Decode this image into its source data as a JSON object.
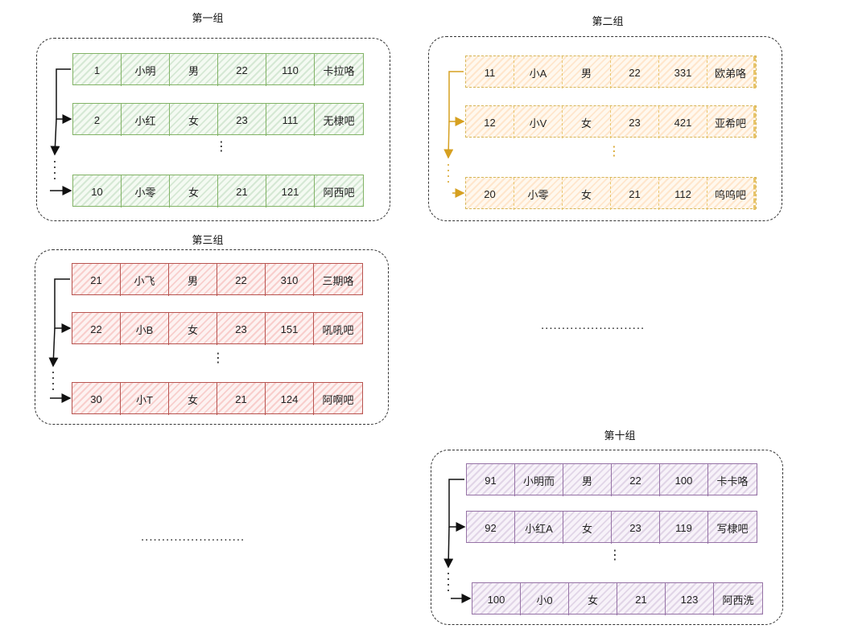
{
  "groups": [
    {
      "title": "第一组",
      "color": "#82b366",
      "rows": [
        [
          "1",
          "小明",
          "男",
          "22",
          "110",
          "卡拉咯"
        ],
        [
          "2",
          "小红",
          "女",
          "23",
          "111",
          "无棣吧"
        ],
        [
          "10",
          "小零",
          "女",
          "21",
          "121",
          "阿西吧"
        ]
      ],
      "ellipsis": "⋮"
    },
    {
      "title": "第二组",
      "color": "#d6b656",
      "rows": [
        [
          "11",
          "小A",
          "男",
          "22",
          "331",
          "欧弟咯"
        ],
        [
          "12",
          "小V",
          "女",
          "23",
          "421",
          "亚希吧"
        ],
        [
          "20",
          "小零",
          "女",
          "21",
          "112",
          "呜呜吧"
        ]
      ],
      "ellipsis": "⋮"
    },
    {
      "title": "第三组",
      "color": "#b85450",
      "rows": [
        [
          "21",
          "小飞",
          "男",
          "22",
          "310",
          "三期咯"
        ],
        [
          "22",
          "小B",
          "女",
          "23",
          "151",
          "吼吼吧"
        ],
        [
          "30",
          "小T",
          "女",
          "21",
          "124",
          "阿啊吧"
        ]
      ],
      "ellipsis": "⋮"
    },
    {
      "title": "第十组",
      "color": "#9673a6",
      "rows": [
        [
          "91",
          "小明而",
          "男",
          "22",
          "100",
          "卡卡咯"
        ],
        [
          "92",
          "小红A",
          "女",
          "23",
          "119",
          "写棣吧"
        ],
        [
          "100",
          "小0",
          "女",
          "21",
          "123",
          "阿西洗"
        ]
      ],
      "ellipsis": "⋮"
    }
  ],
  "between_groups_ellipsis": ".........................",
  "bottom_ellipsis": "........................."
}
